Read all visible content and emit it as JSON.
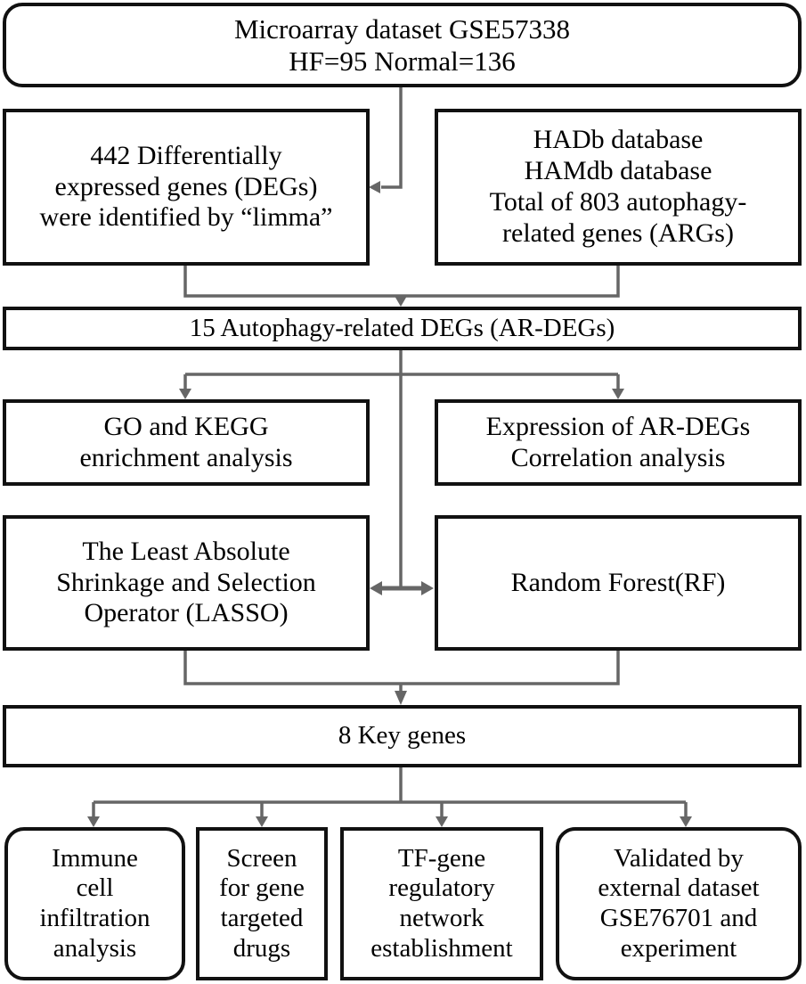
{
  "diagram": {
    "title": "Study workflow flowchart",
    "colors": {
      "node_border": "#111111",
      "connector": "#666666",
      "background": "#ffffff",
      "text": "#000000"
    },
    "nodes": {
      "dataset": {
        "label": "Microarray dataset GSE57338\nHF=95     Normal=136",
        "shape": "rounded-rectangle"
      },
      "degs": {
        "label": "442 Differentially\nexpressed genes (DEGs)\nwere identified by “limma”",
        "shape": "rectangle"
      },
      "arg_databases": {
        "label": "HADb database\nHAMdb database\nTotal of 803 autophagy-\nrelated genes (ARGs)",
        "shape": "rectangle"
      },
      "ar_degs": {
        "label": "15 Autophagy-related DEGs (AR-DEGs)",
        "shape": "rectangle"
      },
      "go_kegg": {
        "label": "GO and KEGG\nenrichment analysis",
        "shape": "rectangle"
      },
      "expression": {
        "label": "Expression of AR-DEGs\nCorrelation analysis",
        "shape": "rectangle"
      },
      "lasso": {
        "label": "The Least Absolute\nShrinkage and Selection\nOperator (LASSO)",
        "shape": "rectangle"
      },
      "random_forest": {
        "label": "Random Forest(RF)",
        "shape": "rectangle"
      },
      "key_genes": {
        "label": "8 Key genes",
        "shape": "rectangle"
      },
      "immune": {
        "label": "Immune\ncell\ninfiltration\nanalysis",
        "shape": "rounded-rectangle"
      },
      "screen_drugs": {
        "label": "Screen\nfor gene\ntargeted\ndrugs",
        "shape": "rectangle"
      },
      "tf_gene": {
        "label": "TF-gene\nregulatory\nnetwork\nestablishment",
        "shape": "rectangle"
      },
      "validated": {
        "label": "Validated by\nexternal dataset\nGSE76701 and\nexperiment",
        "shape": "rounded-rectangle"
      }
    },
    "connectors": [
      {
        "name": "dataset-to-degs",
        "type": "elbow-arrow",
        "direction": "down-left"
      },
      {
        "name": "degs-and-argdb-merge-to-ardegs",
        "type": "merge-arrow",
        "direction": "down"
      },
      {
        "name": "ardegs-split-to-go-and-expression",
        "type": "split-arrow",
        "direction": "down"
      },
      {
        "name": "ardegs-to-lasso-rf",
        "type": "line",
        "direction": "down"
      },
      {
        "name": "lasso-rf-bidirectional",
        "type": "double-arrow",
        "direction": "horizontal"
      },
      {
        "name": "lasso-and-rf-merge-to-keygenes",
        "type": "merge-arrow",
        "direction": "down"
      },
      {
        "name": "keygenes-split-to-four",
        "type": "split-arrow",
        "direction": "down"
      }
    ]
  }
}
